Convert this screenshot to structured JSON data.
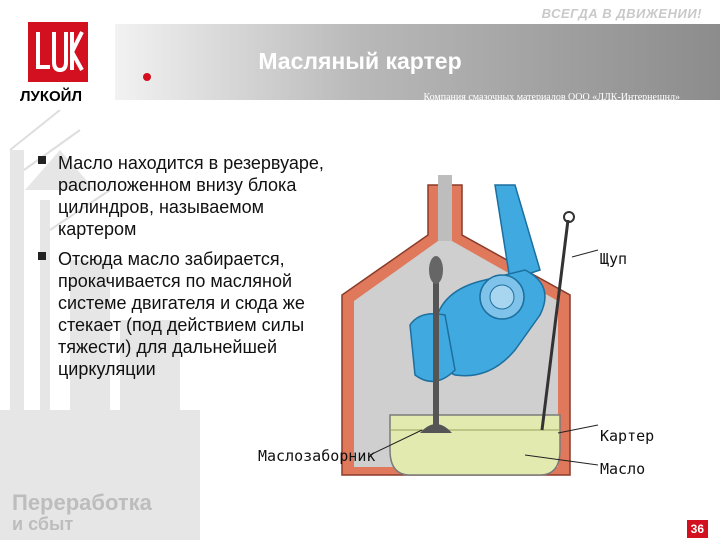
{
  "header": {
    "tagline": "ВСЕГДА В ДВИЖЕНИИ!",
    "logo_text": "ЛУКОЙЛ",
    "title": "Масляный картер",
    "subtitle": "Компания смазочных материалов ООО «ЛЛК-Интернешнл»"
  },
  "bullets": [
    "Масло находится в резервуаре, расположенном внизу блока цилиндров, называемом картером",
    "Отсюда масло забирается, прокачивается по масляной системе двигателя и сюда же стекает (под действием силы тяжести) для дальнейшей циркуляции"
  ],
  "diagram": {
    "labels": {
      "dipstick": "Щуп",
      "crankcase": "Картер",
      "oil": "Масло",
      "oil_intake": "Маслозаборник"
    }
  },
  "footer": {
    "line1": "Переработка",
    "line2": "и сбыт",
    "page": "36"
  },
  "colors": {
    "brand_red": "#d2101f",
    "engine_wall": "#e0785c",
    "engine_inner": "#cfcfcf",
    "piston_blue": "#3fa9e0",
    "oil": "#e3eab0"
  }
}
